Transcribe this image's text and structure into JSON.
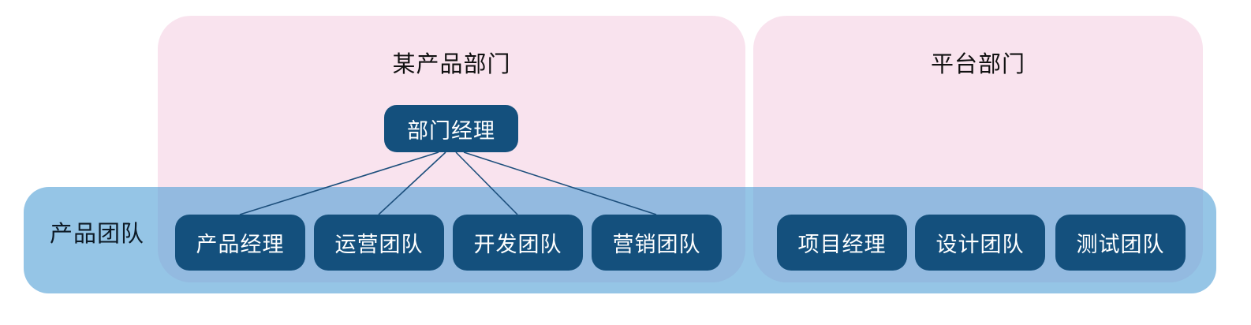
{
  "diagram": {
    "groups": [
      {
        "title": "某产品部门"
      },
      {
        "title": "平台部门"
      }
    ],
    "band": {
      "label": "产品团队"
    },
    "manager": {
      "label": "部门经理"
    },
    "left_teams": [
      "产品经理",
      "运营团队",
      "开发团队",
      "营销团队"
    ],
    "right_teams": [
      "项目经理",
      "设计团队",
      "测试团队"
    ],
    "colors": {
      "group_fill": "#f9e3ee",
      "band_fill": "#54a2d6",
      "node_fill": "#14507d",
      "node_text": "#ffffff",
      "connector": "#1d4f7c",
      "title_text": "#111111"
    }
  }
}
